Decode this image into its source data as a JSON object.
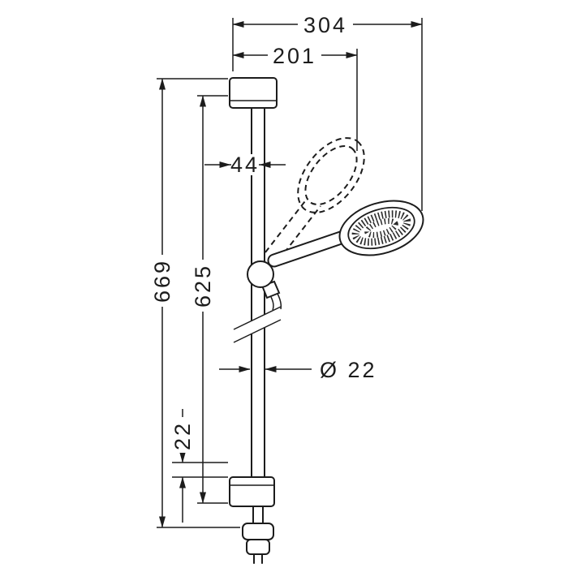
{
  "diagram": {
    "colors": {
      "line": "#1c1c1c",
      "background": "#ffffff"
    },
    "dimensions": {
      "overall_width": "304",
      "upper_width": "201",
      "wall_offset": "44",
      "overall_height": "669",
      "bar_length": "625",
      "bar_diameter": "Ø 22",
      "bottom_offset": "22"
    }
  }
}
